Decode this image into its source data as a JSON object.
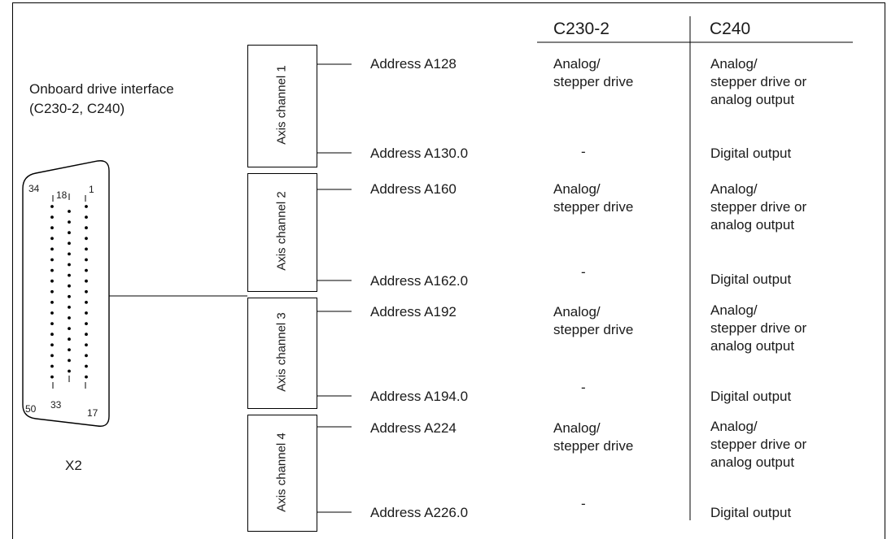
{
  "connector": {
    "title": "Onboard drive interface\n(C230-2, C240)",
    "label": "X2",
    "pin_labels": {
      "top_left": "34",
      "top_mid": "18",
      "top_right": "1",
      "bottom_left": "50",
      "bottom_mid": "33",
      "bottom_right": "17"
    }
  },
  "columns": {
    "c230": "C230-2",
    "c240": "C240"
  },
  "channels": [
    {
      "name": "Axis channel 1",
      "addr_a": "Address A128",
      "addr_b": "Address A130.0",
      "c230_a": "Analog/\nstepper drive",
      "c230_b": "-",
      "c240_a": "Analog/\nstepper drive or\nanalog output",
      "c240_b": "Digital output"
    },
    {
      "name": "Axis channel 2",
      "addr_a": "Address A160",
      "addr_b": "Address A162.0",
      "c230_a": "Analog/\nstepper drive",
      "c230_b": "-",
      "c240_a": "Analog/\nstepper drive or\nanalog output",
      "c240_b": "Digital output"
    },
    {
      "name": "Axis channel 3",
      "addr_a": "Address A192",
      "addr_b": "Address A194.0",
      "c230_a": "Analog/\nstepper drive",
      "c230_b": "-",
      "c240_a": "Analog/\nstepper drive or\nanalog output",
      "c240_b": "Digital output"
    },
    {
      "name": "Axis channel 4",
      "addr_a": "Address A224",
      "addr_b": "Address A226.0",
      "c230_a": "Analog/\nstepper drive",
      "c230_b": "-",
      "c240_a": "Analog/\nstepper drive or\nanalog output",
      "c240_b": "Digital output"
    }
  ]
}
